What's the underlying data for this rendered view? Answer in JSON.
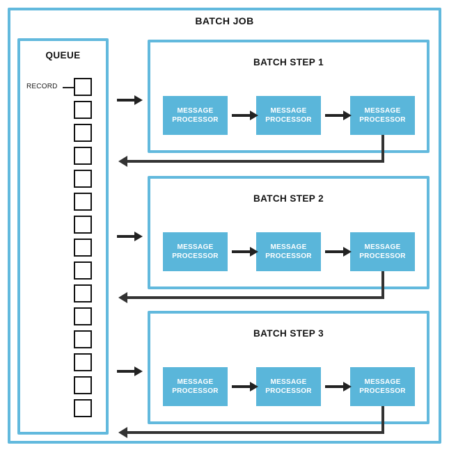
{
  "diagram": {
    "title": "BATCH JOB",
    "queue": {
      "title": "QUEUE",
      "record_label": "RECORD",
      "record_count": 15
    },
    "steps": [
      {
        "title": "BATCH STEP 1",
        "processors": [
          "MESSAGE PROCESSOR",
          "MESSAGE PROCESSOR",
          "MESSAGE PROCESSOR"
        ]
      },
      {
        "title": "BATCH STEP 2",
        "processors": [
          "MESSAGE PROCESSOR",
          "MESSAGE PROCESSOR",
          "MESSAGE PROCESSOR"
        ]
      },
      {
        "title": "BATCH STEP 3",
        "processors": [
          "MESSAGE PROCESSOR",
          "MESSAGE PROCESSOR",
          "MESSAGE PROCESSOR"
        ]
      }
    ],
    "processor_label_line1": "MESSAGE",
    "processor_label_line2": "PROCESSOR",
    "colors": {
      "frame_blue": "#62b9dd",
      "tile_blue": "#5ab6da",
      "arrow_dark": "#222222",
      "record_outline": "#111111",
      "background": "#ffffff",
      "text_dark": "#121212",
      "tile_text": "#ffffff"
    }
  }
}
